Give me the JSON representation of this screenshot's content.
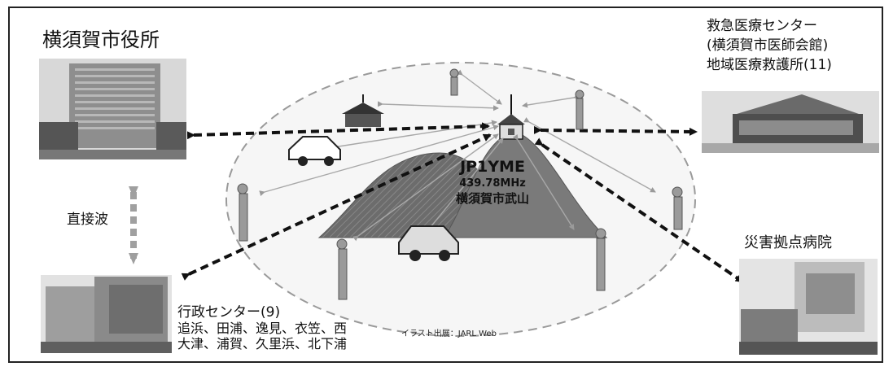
{
  "city_hall": {
    "label": "横須賀市役所"
  },
  "emergency_center": {
    "lines": [
      "救急医療センター",
      "(横須賀市医師会館)",
      "地域医療救護所(11)"
    ]
  },
  "direct_wave": {
    "label": "直接波"
  },
  "disaster_hospital": {
    "label": "災害拠点病院"
  },
  "admin_center": {
    "title": "行政センター(9)",
    "lines": [
      "追浜、田浦、逸見、衣笠、西",
      "大津、浦賀、久里浜、北下浦"
    ]
  },
  "repeater": {
    "callsign": "JP1YME",
    "frequency": "439.78MHz",
    "location": "横須賀市武山"
  },
  "credit": {
    "label": "イラスト出展：JARL Web"
  },
  "colors": {
    "frame": "#222222",
    "ellipse": "#8a8a8a",
    "mountain": "#6f6f6f",
    "arrow": "#111111",
    "light_arrow": "#a0a0a0",
    "photo": "#9a9a9a"
  }
}
